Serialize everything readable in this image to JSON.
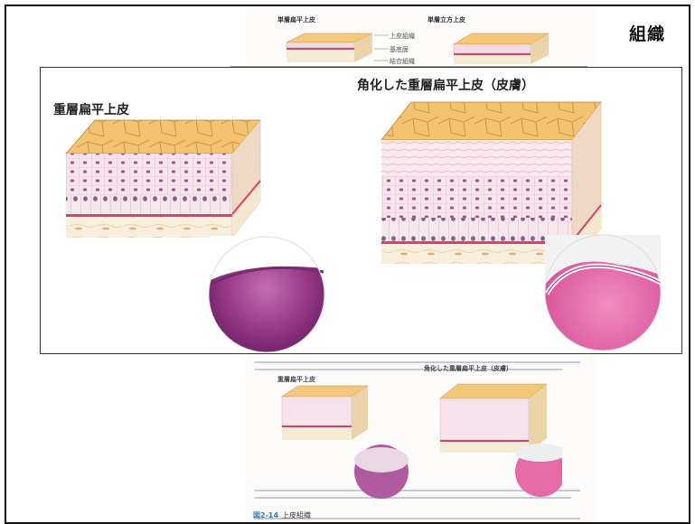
{
  "section_title": "組織",
  "top_figure": {
    "label_left": "単層扁平上皮",
    "label_right": "単層立方上皮",
    "legend": [
      "上皮組織",
      "基底膜",
      "結合組織"
    ]
  },
  "zoom": {
    "title_left": "重層扁平上皮",
    "title_right": "角化した重層扁平上皮（皮膚）"
  },
  "bottom_figure": {
    "title_left": "重層扁平上皮",
    "title_right": "角化した重層扁平上皮（皮膚）",
    "caption_number": "図2-14",
    "caption_text": "上皮組織"
  },
  "colors": {
    "keratin": "#f0c070",
    "cell_layer": "#f6e2ea",
    "basement": "#d0446f",
    "connective": "#f5ecd6",
    "stain": "#9b3b8a"
  }
}
